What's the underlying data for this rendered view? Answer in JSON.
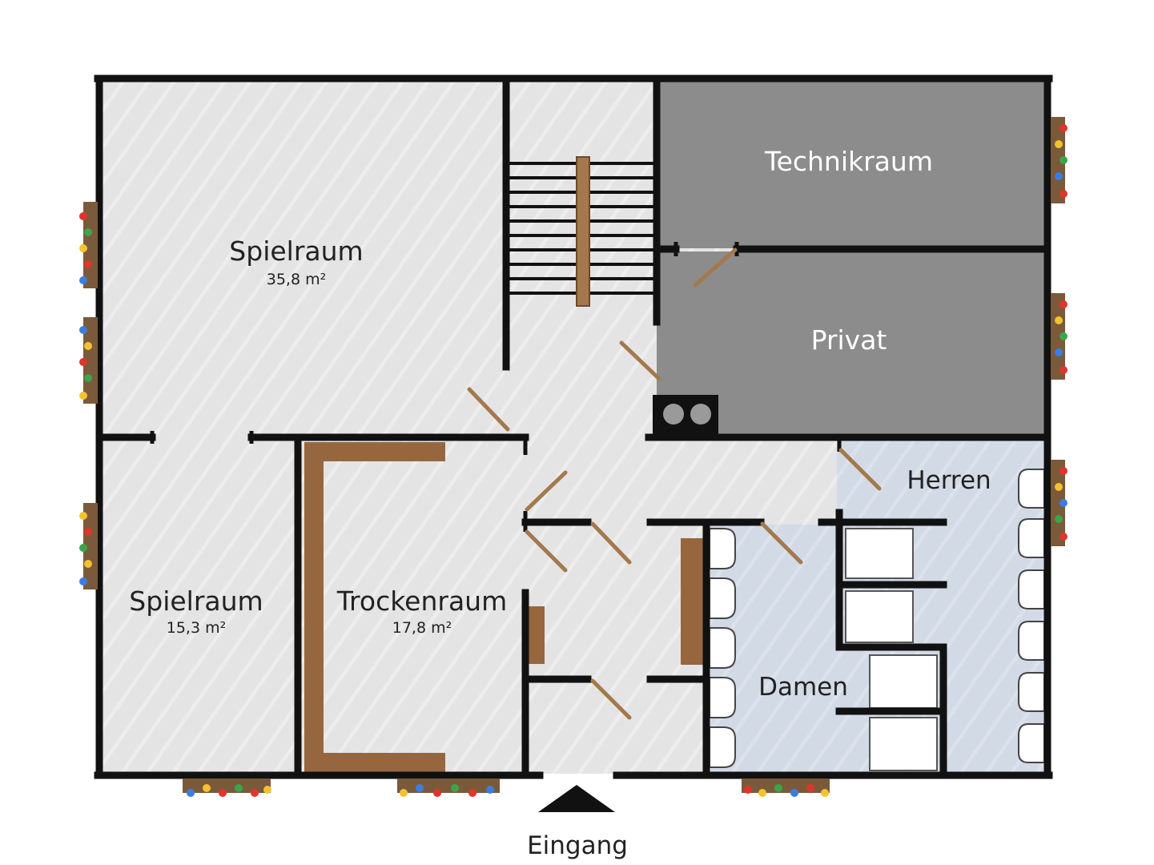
{
  "rooms": {
    "spielraum_big": {
      "name": "Spielraum",
      "area": "35,8 m²"
    },
    "spielraum_small": {
      "name": "Spielraum",
      "area": "15,3 m²"
    },
    "trockenraum": {
      "name": "Trockenraum",
      "area": "17,8 m²"
    },
    "technikraum": {
      "name": "Technikraum"
    },
    "privat": {
      "name": "Privat"
    },
    "herren": {
      "name": "Herren"
    },
    "damen": {
      "name": "Damen"
    }
  },
  "entrance": {
    "label": "Eingang"
  },
  "colors": {
    "wall": "#111111",
    "floor": "#e4e4e4",
    "private_floor": "#8c8c8c",
    "restroom_floor": "#d2dae6",
    "counter": "#96673f",
    "door": "#a4784c",
    "planter": "#7a5a3a"
  }
}
